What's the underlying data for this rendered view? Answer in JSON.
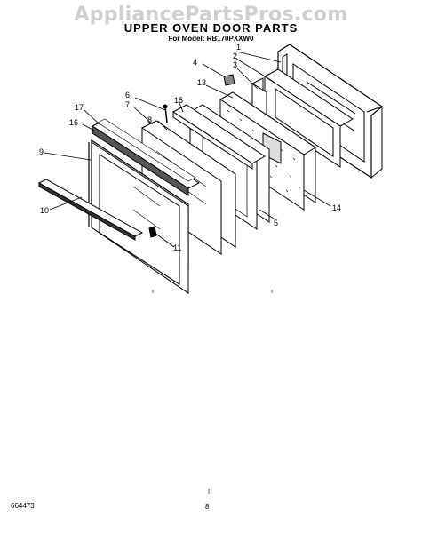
{
  "watermark": "AppliancePartsPros.com",
  "title": "UPPER OVEN DOOR PARTS",
  "subtitle": "For Model: RB170PXXW0",
  "footer": {
    "doc_number": "664473",
    "page": "8"
  },
  "callouts": {
    "c1": "1",
    "c2": "2",
    "c3": "3",
    "c4": "4",
    "c5": "5",
    "c6": "6",
    "c7": "7",
    "c8": "8",
    "c9": "9",
    "c10": "10",
    "c11": "11",
    "c13": "13",
    "c14": "14",
    "c15": "15",
    "c16": "16",
    "c17": "17"
  }
}
